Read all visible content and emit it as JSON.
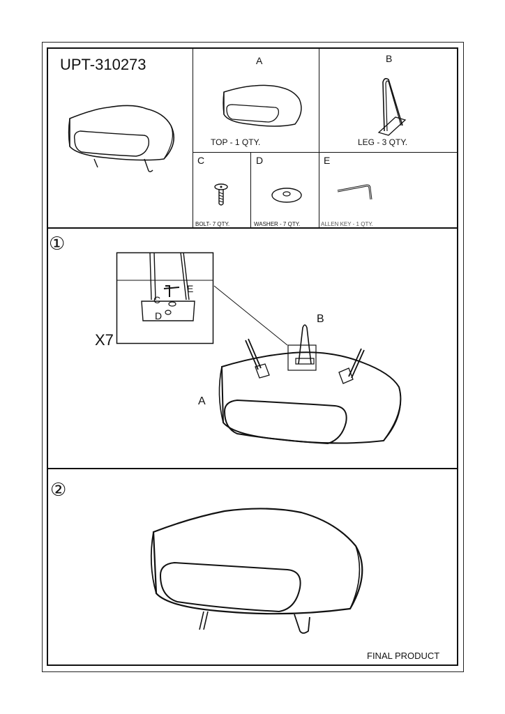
{
  "header": {
    "model_number": "UPT-310273"
  },
  "parts": [
    {
      "letter": "A",
      "caption": "TOP - 1 QTY."
    },
    {
      "letter": "B",
      "caption": "LEG - 3 QTY."
    },
    {
      "letter": "C",
      "caption": "BOLT- 7 QTY."
    },
    {
      "letter": "D",
      "caption": "WASHER - 7 QTY."
    },
    {
      "letter": "E",
      "caption": "ALLEN KEY - 1 QTY."
    }
  ],
  "step1": {
    "number": "①",
    "multiplier": "X7",
    "callouts": {
      "top": "A",
      "leg": "B",
      "bolt": "C",
      "washer": "D",
      "key": "E"
    }
  },
  "step2": {
    "number": "②",
    "caption": "FINAL PRODUCT"
  }
}
